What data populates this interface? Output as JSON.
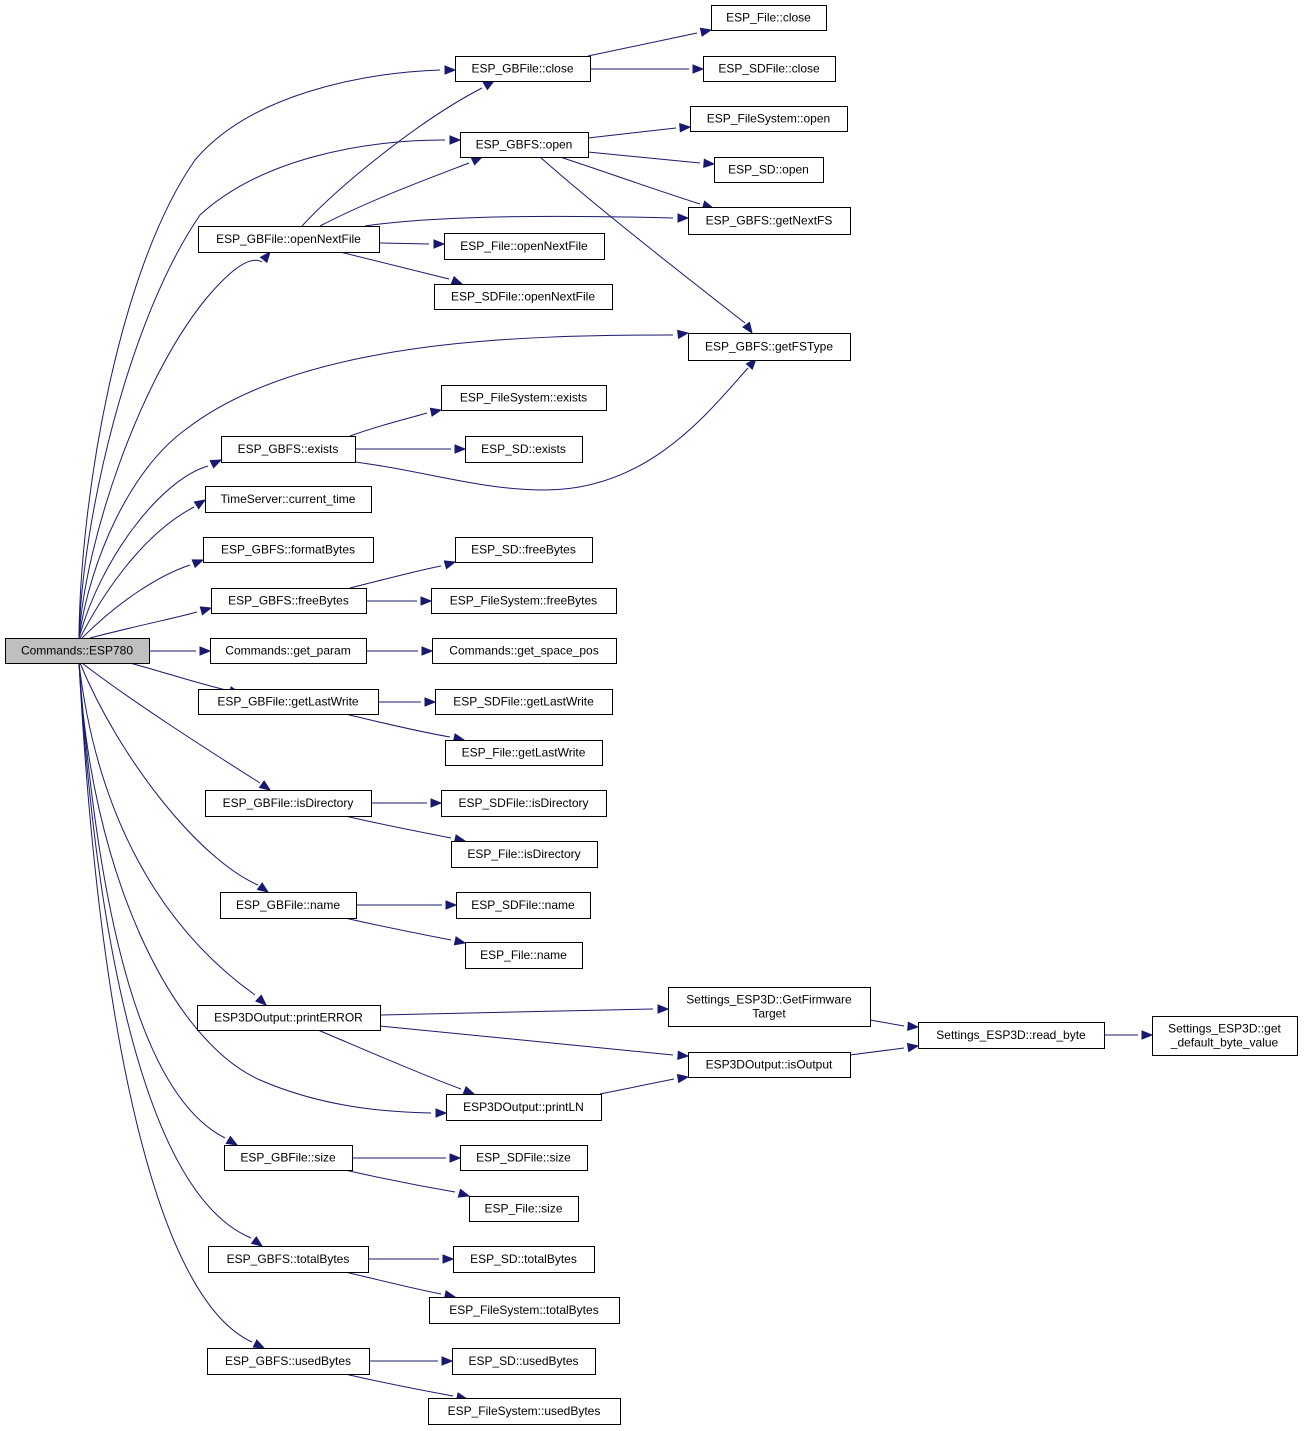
{
  "diagram": {
    "type": "call-graph",
    "colors": {
      "edge": "#191970",
      "root_fill": "#bfbfbf",
      "node_fill": "#ffffff",
      "node_border": "#000000"
    },
    "nodes": {
      "n0": {
        "label": [
          "Commands::ESP780"
        ],
        "root": true
      },
      "n1": {
        "label": [
          "ESP_GBFile::close"
        ]
      },
      "n2": {
        "label": [
          "ESP_File::close"
        ]
      },
      "n3": {
        "label": [
          "ESP_SDFile::close"
        ]
      },
      "n4": {
        "label": [
          "ESP_GBFS::open"
        ]
      },
      "n5": {
        "label": [
          "ESP_FileSystem::open"
        ]
      },
      "n6": {
        "label": [
          "ESP_SD::open"
        ]
      },
      "n7": {
        "label": [
          "ESP_GBFS::getNextFS"
        ]
      },
      "n8": {
        "label": [
          "ESP_GBFile::openNextFile"
        ]
      },
      "n9": {
        "label": [
          "ESP_File::openNextFile"
        ]
      },
      "n10": {
        "label": [
          "ESP_SDFile::openNextFile"
        ]
      },
      "n11": {
        "label": [
          "ESP_GBFS::getFSType"
        ]
      },
      "n12": {
        "label": [
          "ESP_FileSystem::exists"
        ]
      },
      "n13": {
        "label": [
          "ESP_GBFS::exists"
        ]
      },
      "n14": {
        "label": [
          "ESP_SD::exists"
        ]
      },
      "n15": {
        "label": [
          "TimeServer::current_time"
        ]
      },
      "n16": {
        "label": [
          "ESP_GBFS::formatBytes"
        ]
      },
      "n17": {
        "label": [
          "ESP_SD::freeBytes"
        ]
      },
      "n18": {
        "label": [
          "ESP_GBFS::freeBytes"
        ]
      },
      "n19": {
        "label": [
          "ESP_FileSystem::freeBytes"
        ]
      },
      "n20": {
        "label": [
          "Commands::get_param"
        ]
      },
      "n21": {
        "label": [
          "Commands::get_space_pos"
        ]
      },
      "n22": {
        "label": [
          "ESP_GBFile::getLastWrite"
        ]
      },
      "n23": {
        "label": [
          "ESP_SDFile::getLastWrite"
        ]
      },
      "n24": {
        "label": [
          "ESP_File::getLastWrite"
        ]
      },
      "n25": {
        "label": [
          "ESP_GBFile::isDirectory"
        ]
      },
      "n26": {
        "label": [
          "ESP_SDFile::isDirectory"
        ]
      },
      "n27": {
        "label": [
          "ESP_File::isDirectory"
        ]
      },
      "n28": {
        "label": [
          "ESP_GBFile::name"
        ]
      },
      "n29": {
        "label": [
          "ESP_SDFile::name"
        ]
      },
      "n30": {
        "label": [
          "ESP_File::name"
        ]
      },
      "n31": {
        "label": [
          "Settings_ESP3D::GetFirmware",
          "Target"
        ]
      },
      "n32": {
        "label": [
          "ESP3DOutput::printERROR"
        ]
      },
      "n33": {
        "label": [
          "Settings_ESP3D::read_byte"
        ]
      },
      "n34": {
        "label": [
          "Settings_ESP3D::get",
          "_default_byte_value"
        ]
      },
      "n35": {
        "label": [
          "ESP3DOutput::isOutput"
        ]
      },
      "n36": {
        "label": [
          "ESP3DOutput::printLN"
        ]
      },
      "n37": {
        "label": [
          "ESP_GBFile::size"
        ]
      },
      "n38": {
        "label": [
          "ESP_SDFile::size"
        ]
      },
      "n39": {
        "label": [
          "ESP_File::size"
        ]
      },
      "n40": {
        "label": [
          "ESP_GBFS::totalBytes"
        ]
      },
      "n41": {
        "label": [
          "ESP_SD::totalBytes"
        ]
      },
      "n42": {
        "label": [
          "ESP_FileSystem::totalBytes"
        ]
      },
      "n43": {
        "label": [
          "ESP_GBFS::usedBytes"
        ]
      },
      "n44": {
        "label": [
          "ESP_SD::usedBytes"
        ]
      },
      "n45": {
        "label": [
          "ESP_FileSystem::usedBytes"
        ]
      }
    },
    "edges": [
      [
        "n0",
        "n1"
      ],
      [
        "n1",
        "n2"
      ],
      [
        "n1",
        "n3"
      ],
      [
        "n0",
        "n4"
      ],
      [
        "n4",
        "n5"
      ],
      [
        "n4",
        "n6"
      ],
      [
        "n4",
        "n7"
      ],
      [
        "n4",
        "n11"
      ],
      [
        "n0",
        "n8"
      ],
      [
        "n8",
        "n1"
      ],
      [
        "n8",
        "n4"
      ],
      [
        "n8",
        "n7"
      ],
      [
        "n8",
        "n9"
      ],
      [
        "n8",
        "n10"
      ],
      [
        "n0",
        "n11"
      ],
      [
        "n0",
        "n13"
      ],
      [
        "n13",
        "n12"
      ],
      [
        "n13",
        "n14"
      ],
      [
        "n13",
        "n11"
      ],
      [
        "n0",
        "n15"
      ],
      [
        "n0",
        "n16"
      ],
      [
        "n0",
        "n18"
      ],
      [
        "n18",
        "n17"
      ],
      [
        "n18",
        "n19"
      ],
      [
        "n0",
        "n20"
      ],
      [
        "n20",
        "n21"
      ],
      [
        "n0",
        "n22"
      ],
      [
        "n22",
        "n23"
      ],
      [
        "n22",
        "n24"
      ],
      [
        "n0",
        "n25"
      ],
      [
        "n25",
        "n26"
      ],
      [
        "n25",
        "n27"
      ],
      [
        "n0",
        "n28"
      ],
      [
        "n28",
        "n29"
      ],
      [
        "n28",
        "n30"
      ],
      [
        "n0",
        "n32"
      ],
      [
        "n32",
        "n31"
      ],
      [
        "n32",
        "n35"
      ],
      [
        "n32",
        "n36"
      ],
      [
        "n31",
        "n33"
      ],
      [
        "n35",
        "n33"
      ],
      [
        "n33",
        "n34"
      ],
      [
        "n36",
        "n35"
      ],
      [
        "n0",
        "n36"
      ],
      [
        "n0",
        "n37"
      ],
      [
        "n37",
        "n38"
      ],
      [
        "n37",
        "n39"
      ],
      [
        "n0",
        "n40"
      ],
      [
        "n40",
        "n41"
      ],
      [
        "n40",
        "n42"
      ],
      [
        "n0",
        "n43"
      ],
      [
        "n43",
        "n44"
      ],
      [
        "n43",
        "n45"
      ]
    ]
  }
}
